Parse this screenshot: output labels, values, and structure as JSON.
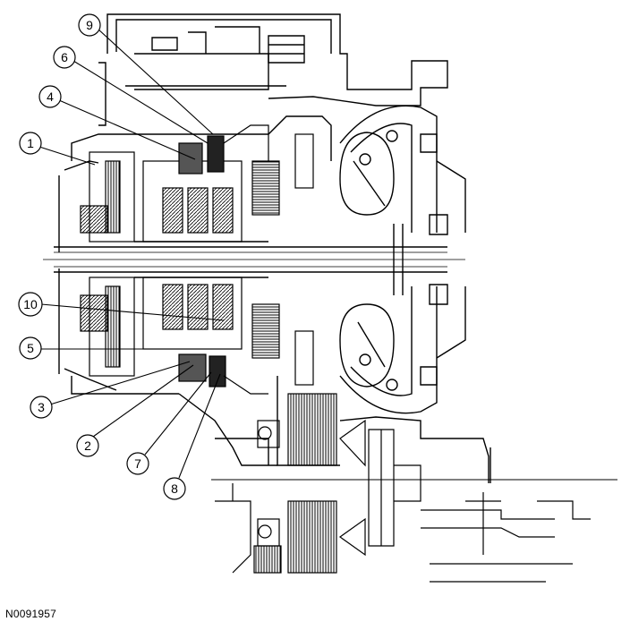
{
  "figure_id": "N0091957",
  "callouts": [
    "1",
    "2",
    "3",
    "4",
    "5",
    "6",
    "7",
    "8",
    "9",
    "10"
  ]
}
